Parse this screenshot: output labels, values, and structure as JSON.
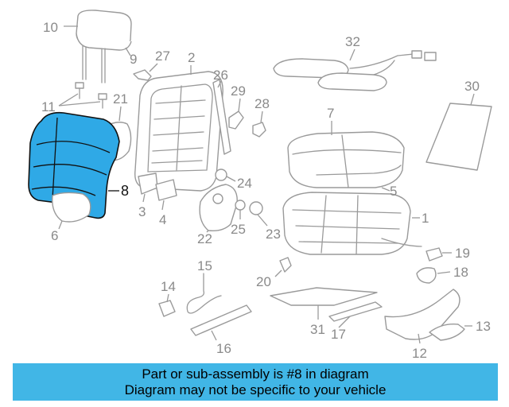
{
  "colors": {
    "highlight": "#2fa9e6",
    "caption_bar": "#41b6e6",
    "line": "#9a9a9a"
  },
  "callouts": [
    {
      "id": "10",
      "text": "10"
    },
    {
      "id": "9",
      "text": "9"
    },
    {
      "id": "27",
      "text": "27"
    },
    {
      "id": "2",
      "text": "2"
    },
    {
      "id": "26",
      "text": "26"
    },
    {
      "id": "32",
      "text": "32"
    },
    {
      "id": "30",
      "text": "30"
    },
    {
      "id": "11",
      "text": "11"
    },
    {
      "id": "21",
      "text": "21"
    },
    {
      "id": "29",
      "text": "29"
    },
    {
      "id": "28",
      "text": "28"
    },
    {
      "id": "7",
      "text": "7"
    },
    {
      "id": "8",
      "text": "8"
    },
    {
      "id": "24",
      "text": "24"
    },
    {
      "id": "5",
      "text": "5"
    },
    {
      "id": "3",
      "text": "3"
    },
    {
      "id": "4",
      "text": "4"
    },
    {
      "id": "1",
      "text": "1"
    },
    {
      "id": "6",
      "text": "6"
    },
    {
      "id": "22",
      "text": "22"
    },
    {
      "id": "25",
      "text": "25"
    },
    {
      "id": "23",
      "text": "23"
    },
    {
      "id": "19",
      "text": "19"
    },
    {
      "id": "15",
      "text": "15"
    },
    {
      "id": "18",
      "text": "18"
    },
    {
      "id": "20",
      "text": "20"
    },
    {
      "id": "14",
      "text": "14"
    },
    {
      "id": "13",
      "text": "13"
    },
    {
      "id": "31",
      "text": "31"
    },
    {
      "id": "17",
      "text": "17"
    },
    {
      "id": "16",
      "text": "16"
    },
    {
      "id": "12",
      "text": "12"
    }
  ],
  "highlighted_part": "8",
  "caption": {
    "line1": "Part or sub-assembly is #8 in diagram",
    "line2": "Diagram may not be specific to your vehicle"
  }
}
